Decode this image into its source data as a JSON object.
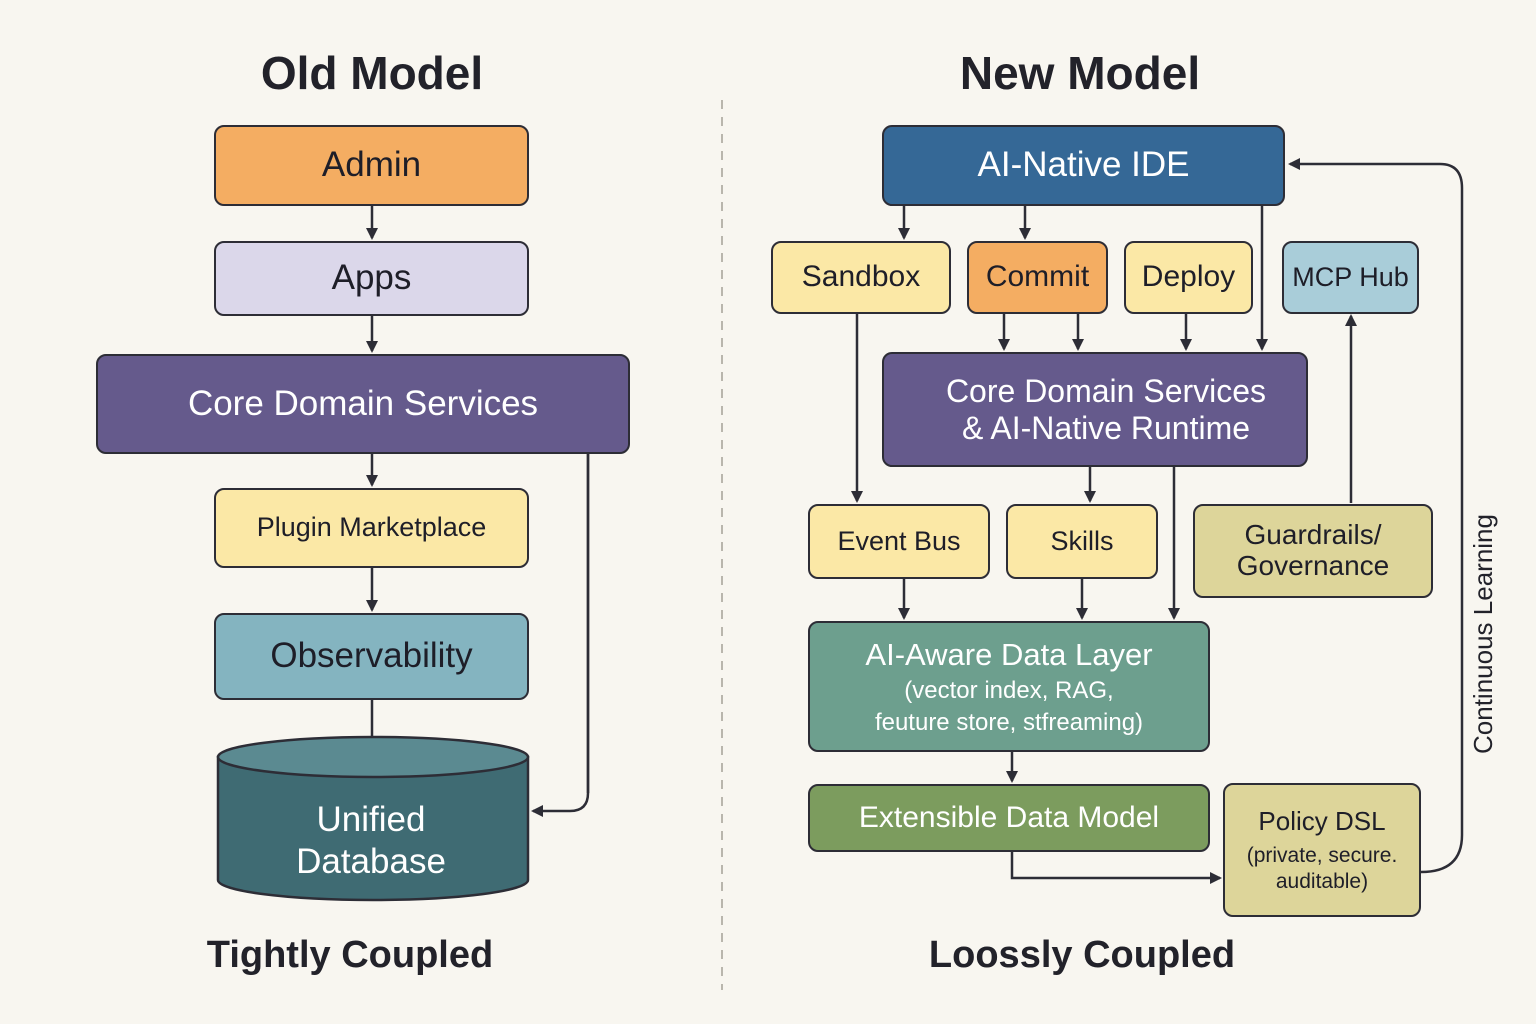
{
  "old_model": {
    "title": "Old Model",
    "admin": "Admin",
    "apps": "Apps",
    "core_domain": "Core Domain Services",
    "plugin_marketplace": "Plugin Marketplace",
    "observability": "Observability",
    "database_line1": "Unified",
    "database_line2": "Database",
    "caption": "Tightly Coupled"
  },
  "new_model": {
    "title": "New Model",
    "ide": "AI-Native IDE",
    "sandbox": "Sandbox",
    "commit": "Commit",
    "deploy": "Deploy",
    "mcp_hub": "MCP Hub",
    "core_runtime_line1": "Core Domain Services",
    "core_runtime_line2": "& AI-Native Runtime",
    "event_bus": "Event Bus",
    "skills": "Skills",
    "guardrails_line1": "Guardrails/",
    "guardrails_line2": "Governance",
    "data_layer_title": "AI-Aware Data Layer",
    "data_layer_line2": "(vector index, RAG,",
    "data_layer_line3": "feuture store, stfreaming)",
    "extensible_model": "Extensible Data Model",
    "policy_dsl_title": "Policy DSL",
    "policy_dsl_line2": "(private, secure.",
    "policy_dsl_line3": "auditable)",
    "continuous_learning": "Continuous Learning",
    "caption": "Loossly Coupled"
  },
  "colors": {
    "orange": "#f4ad62",
    "lavender": "#dbd7ea",
    "purple": "#655a8c",
    "yellow": "#fbe8a6",
    "teal": "#84b4c0",
    "database": "#3f6b73",
    "navy": "#356896",
    "light_blue": "#a9cdd9",
    "olive": "#ddd59a",
    "green_teal": "#6d9f8e",
    "green": "#7c9c5e"
  }
}
